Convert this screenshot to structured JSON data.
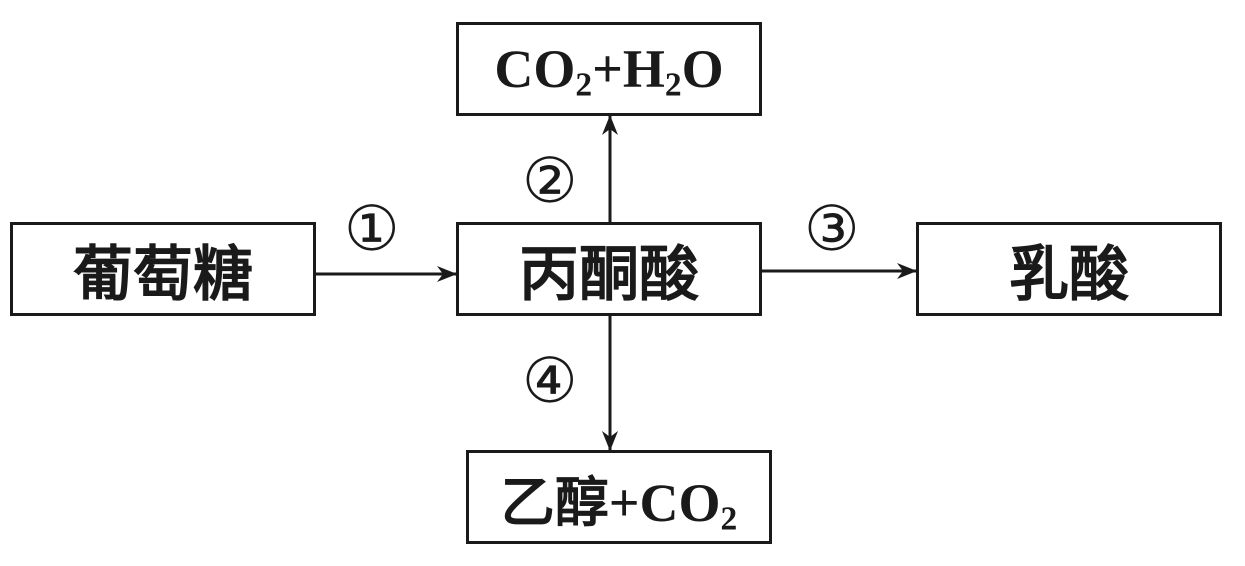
{
  "nodes": {
    "glucose": "葡萄糖",
    "pyruvate": "丙酮酸",
    "lactate": "乳酸",
    "co2_h2o": {
      "parts": [
        {
          "text": "CO",
          "sub": "2"
        },
        {
          "text": "+H",
          "sub": "2"
        },
        {
          "text": "O",
          "sub": ""
        }
      ]
    },
    "ethanol_co2": {
      "parts": [
        {
          "text": "乙醇",
          "sub": ""
        },
        {
          "text": "+CO",
          "sub": "2"
        }
      ]
    }
  },
  "steps": {
    "step1": "①",
    "step2": "②",
    "step3": "③",
    "step4": "④"
  },
  "colors": {
    "stroke": "#1a1a1a",
    "background": "#ffffff"
  }
}
